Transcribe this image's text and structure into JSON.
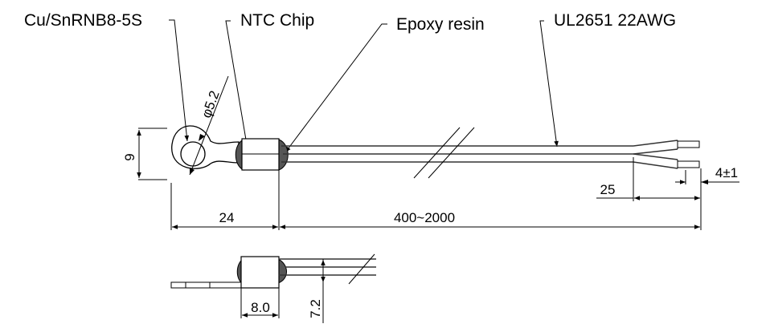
{
  "labels": {
    "terminal": "Cu/SnRNB8-5S",
    "chip": "NTC Chip",
    "epoxy": "Epoxy resin",
    "wire": "UL2651 22AWG"
  },
  "dimensions": {
    "hole_diameter": "φ5.2",
    "ring_height": "9",
    "head_length": "24",
    "lead_length": "400~2000",
    "split_length": "25",
    "strip_length": "4±1",
    "body_width": "8.0",
    "body_height": "7.2"
  },
  "colors": {
    "line": "#000000",
    "epoxy": "#555555",
    "background": "#ffffff"
  }
}
